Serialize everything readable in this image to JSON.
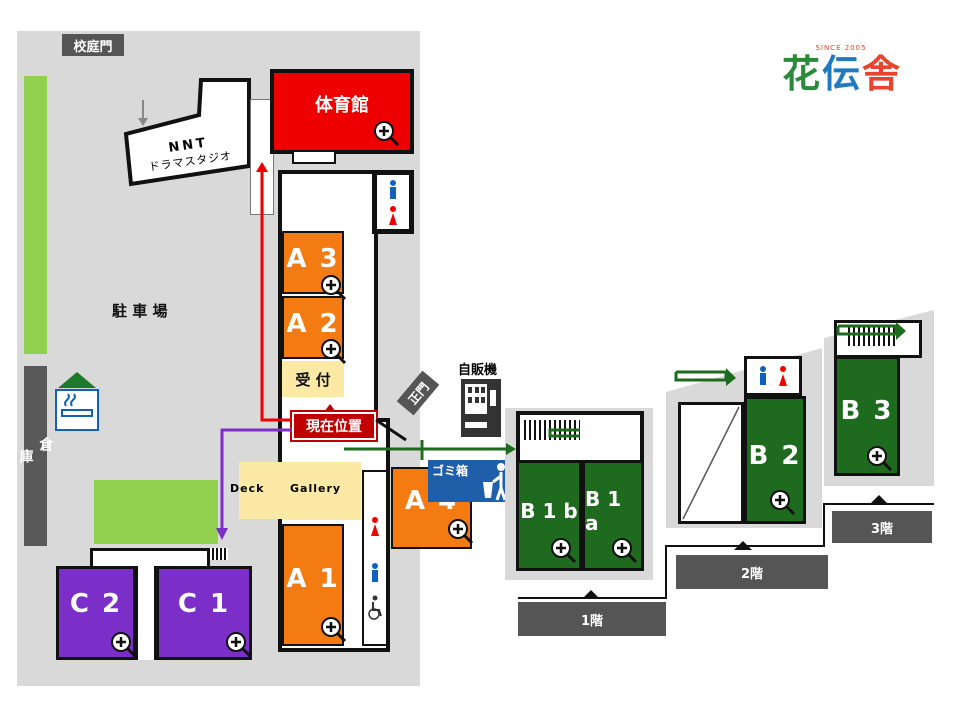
{
  "labels": {
    "gate": "校庭門",
    "studio_line1": "NNT",
    "studio_line2": "ドラマスタジオ",
    "gym": "体育館",
    "parking": "駐 車 場",
    "storage": "倉\n\n庫",
    "storage_top": "倉",
    "storage_bottom": "庫",
    "vending": "自販機",
    "main_gate": "正門",
    "trash": "ゴミ箱",
    "current": "現在位置",
    "reception": "受 付",
    "deck": "Deck",
    "gallery": "Gallery",
    "floor1": "1階",
    "floor2": "2階",
    "floor3": "3階"
  },
  "rooms": {
    "A3": "A 3",
    "A2": "A 2",
    "A1": "A 1",
    "A4": "A 4",
    "B1b": "B 1 b",
    "B1a": "B 1 a",
    "B2": "B 2",
    "B3": "B 3",
    "C2": "C 2",
    "C1": "C 1"
  },
  "logo": {
    "since": "SINCE 2005",
    "c1": "花",
    "c2": "伝",
    "c3": "舎",
    "colors": [
      "#e8432c",
      "#2a8a3a",
      "#f0a020",
      "#1f7ac0"
    ]
  },
  "colors": {
    "orange": "#f47a12",
    "green": "#1e6a1e",
    "purple": "#7b2fc8",
    "red": "#ee0000",
    "yellow": "#fce9a6",
    "lightgreen": "#92d050",
    "blue": "#1060c0",
    "gray": "#d9d9d9",
    "darkgray": "#555555"
  }
}
